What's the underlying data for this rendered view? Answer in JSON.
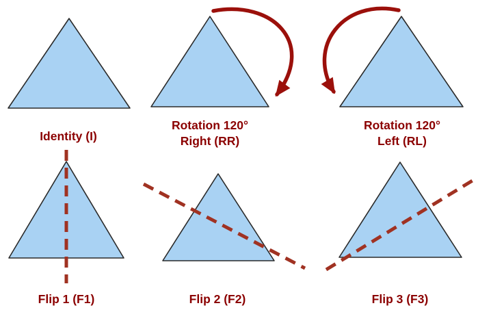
{
  "diagram": {
    "colors": {
      "triangle_fill": "#A9D2F3",
      "triangle_stroke": "#2A2A2A",
      "label": "#8B0000",
      "arrow": "#9B100B",
      "flip_line": "#A03222"
    },
    "cells": [
      {
        "id": "identity",
        "decoration": "none",
        "label_lines": [
          "Identity (I)"
        ]
      },
      {
        "id": "rotation-right",
        "decoration": "clockwise-arrow",
        "label_line1": "Rotation 120°",
        "label_line2": "Right (RR)"
      },
      {
        "id": "rotation-left",
        "decoration": "counterclockwise-arrow",
        "label_line1": "Rotation 120°",
        "label_line2": "Left (RL)"
      },
      {
        "id": "flip-1",
        "decoration": "vertical-dashed-axis",
        "label_lines": [
          "Flip 1 (F1)"
        ]
      },
      {
        "id": "flip-2",
        "decoration": "diagonal-dashed-axis-down",
        "label_lines": [
          "Flip 2 (F2)"
        ]
      },
      {
        "id": "flip-3",
        "decoration": "diagonal-dashed-axis-up",
        "label_lines": [
          "Flip 3 (F3)"
        ]
      }
    ]
  }
}
